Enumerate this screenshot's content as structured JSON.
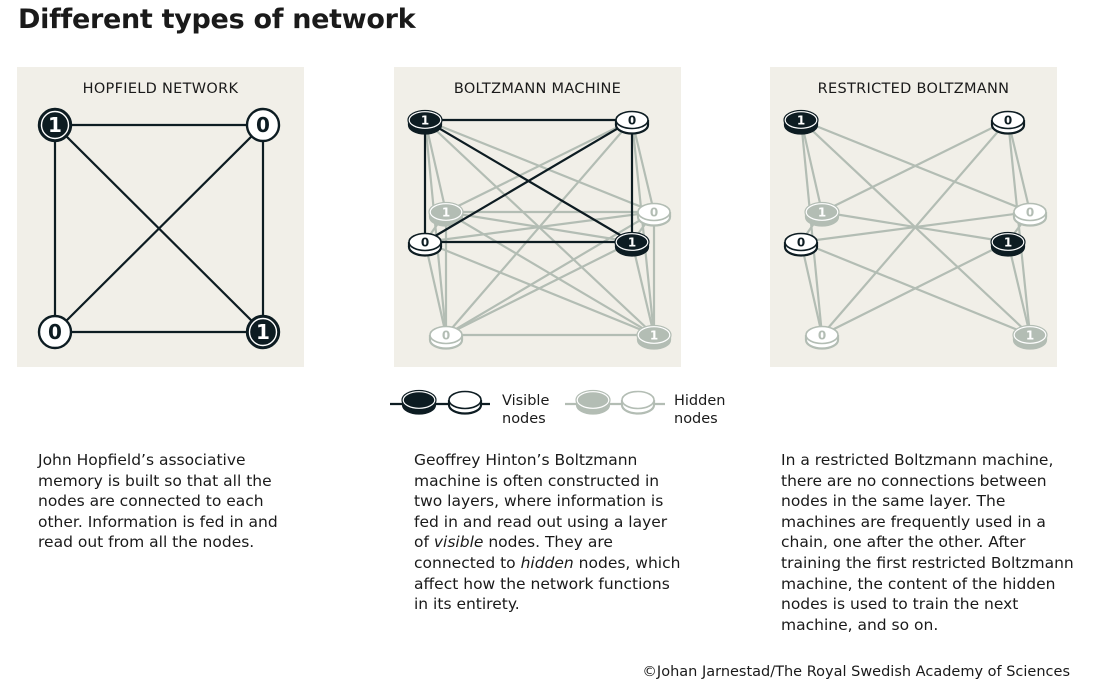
{
  "title": "Different types of network",
  "colors": {
    "panel": "#f1efe8",
    "dark": "#0d1c22",
    "gray": "#b3bdb4",
    "white": "#ffffff"
  },
  "panels": [
    {
      "key": "hopfield",
      "title": "HOPFIELD NETWORK",
      "style": "circle",
      "nodes": [
        {
          "v": "1",
          "type": "visible"
        },
        {
          "v": "0",
          "type": "visible"
        },
        {
          "v": "0",
          "type": "visible"
        },
        {
          "v": "1",
          "type": "visible"
        }
      ],
      "edges": [
        [
          0,
          1
        ],
        [
          0,
          2
        ],
        [
          0,
          3
        ],
        [
          1,
          2
        ],
        [
          1,
          3
        ],
        [
          2,
          3
        ]
      ]
    },
    {
      "key": "boltzmann",
      "title": "BOLTZMANN MACHINE",
      "style": "disk",
      "nodes": [
        {
          "v": "1",
          "type": "visible"
        },
        {
          "v": "0",
          "type": "visible"
        },
        {
          "v": "0",
          "type": "visible"
        },
        {
          "v": "1",
          "type": "visible"
        },
        {
          "v": "1",
          "type": "hidden"
        },
        {
          "v": "0",
          "type": "hidden"
        },
        {
          "v": "0",
          "type": "hidden"
        },
        {
          "v": "1",
          "type": "hidden"
        }
      ],
      "edges": [
        [
          0,
          1
        ],
        [
          0,
          2
        ],
        [
          0,
          3
        ],
        [
          1,
          2
        ],
        [
          1,
          3
        ],
        [
          2,
          3
        ],
        [
          0,
          4
        ],
        [
          0,
          5
        ],
        [
          0,
          6
        ],
        [
          0,
          7
        ],
        [
          1,
          4
        ],
        [
          1,
          5
        ],
        [
          1,
          6
        ],
        [
          1,
          7
        ],
        [
          2,
          4
        ],
        [
          2,
          5
        ],
        [
          2,
          6
        ],
        [
          2,
          7
        ],
        [
          3,
          4
        ],
        [
          3,
          5
        ],
        [
          3,
          6
        ],
        [
          3,
          7
        ],
        [
          4,
          5
        ],
        [
          4,
          6
        ],
        [
          4,
          7
        ],
        [
          5,
          6
        ],
        [
          5,
          7
        ],
        [
          6,
          7
        ]
      ]
    },
    {
      "key": "restricted",
      "title": "RESTRICTED BOLTZMANN",
      "style": "disk",
      "nodes": [
        {
          "v": "1",
          "type": "visible"
        },
        {
          "v": "0",
          "type": "visible"
        },
        {
          "v": "0",
          "type": "visible"
        },
        {
          "v": "1",
          "type": "visible"
        },
        {
          "v": "1",
          "type": "hidden"
        },
        {
          "v": "0",
          "type": "hidden"
        },
        {
          "v": "0",
          "type": "hidden"
        },
        {
          "v": "1",
          "type": "hidden"
        }
      ],
      "edges": [
        [
          0,
          4
        ],
        [
          0,
          5
        ],
        [
          0,
          6
        ],
        [
          0,
          7
        ],
        [
          1,
          4
        ],
        [
          1,
          5
        ],
        [
          1,
          6
        ],
        [
          1,
          7
        ],
        [
          2,
          4
        ],
        [
          2,
          5
        ],
        [
          2,
          6
        ],
        [
          2,
          7
        ],
        [
          3,
          4
        ],
        [
          3,
          5
        ],
        [
          3,
          6
        ],
        [
          3,
          7
        ]
      ]
    }
  ],
  "legend": {
    "visible": "Visible nodes",
    "visible_l1": "Visible",
    "visible_l2": "nodes",
    "hidden_l1": "Hidden",
    "hidden_l2": "nodes"
  },
  "descriptions": [
    [
      [
        {
          "t": "John Hopfield’s associative"
        }
      ],
      [
        {
          "t": "memory is built so that all the"
        }
      ],
      [
        {
          "t": "nodes are connected to each"
        }
      ],
      [
        {
          "t": "other. Information is fed in and"
        }
      ],
      [
        {
          "t": "read out from all the nodes."
        }
      ]
    ],
    [
      [
        {
          "t": "Geoffrey Hinton’s Boltzmann"
        }
      ],
      [
        {
          "t": "machine is often constructed in"
        }
      ],
      [
        {
          "t": "two layers, where information is"
        }
      ],
      [
        {
          "t": "fed in and read out using a layer"
        }
      ],
      [
        {
          "t": "of "
        },
        {
          "t": "visible",
          "i": true
        },
        {
          "t": " nodes. They are"
        }
      ],
      [
        {
          "t": "connected to "
        },
        {
          "t": "hidden",
          "i": true
        },
        {
          "t": " nodes, which"
        }
      ],
      [
        {
          "t": "affect how the network functions"
        }
      ],
      [
        {
          "t": "in its entirety."
        }
      ]
    ],
    [
      [
        {
          "t": "In a restricted Boltzmann machine,"
        }
      ],
      [
        {
          "t": "there are no connections between"
        }
      ],
      [
        {
          "t": "nodes in the same layer. The"
        }
      ],
      [
        {
          "t": "machines are frequently used in a"
        }
      ],
      [
        {
          "t": "chain, one after the other. After"
        }
      ],
      [
        {
          "t": "training the first restricted Boltzmann"
        }
      ],
      [
        {
          "t": "machine, the content of the hidden"
        }
      ],
      [
        {
          "t": "nodes is used to train the next"
        }
      ],
      [
        {
          "t": "machine, and so on."
        }
      ]
    ]
  ],
  "credit": "©Johan Jarnestad/The Royal Swedish Academy of Sciences"
}
